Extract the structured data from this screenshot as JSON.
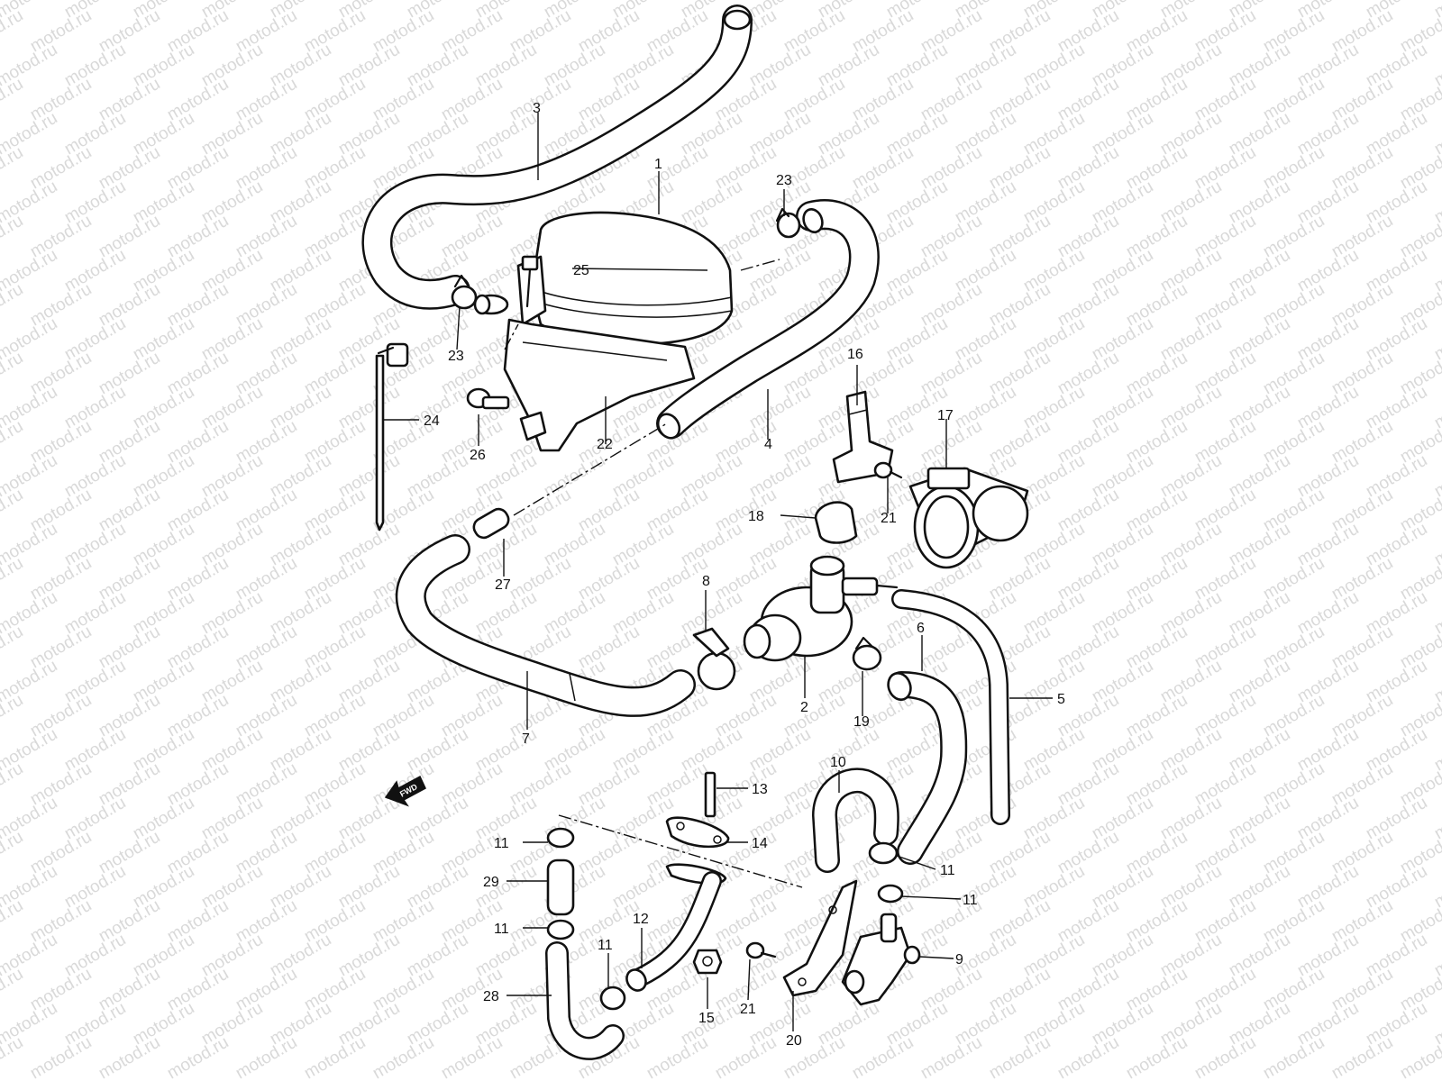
{
  "watermark": {
    "text": "motod.ru",
    "color": "#d9d9d9"
  },
  "direction_arrow": {
    "label": "FWD",
    "icon": "forward-arrow-icon"
  },
  "callouts": [
    {
      "id": "c1",
      "label": "1"
    },
    {
      "id": "c2",
      "label": "2"
    },
    {
      "id": "c3",
      "label": "3"
    },
    {
      "id": "c4",
      "label": "4"
    },
    {
      "id": "c5",
      "label": "5"
    },
    {
      "id": "c6",
      "label": "6"
    },
    {
      "id": "c7",
      "label": "7"
    },
    {
      "id": "c8",
      "label": "8"
    },
    {
      "id": "c9",
      "label": "9"
    },
    {
      "id": "c10",
      "label": "10"
    },
    {
      "id": "c11a",
      "label": "11"
    },
    {
      "id": "c11b",
      "label": "11"
    },
    {
      "id": "c11c",
      "label": "11"
    },
    {
      "id": "c11d",
      "label": "11"
    },
    {
      "id": "c11e",
      "label": "11"
    },
    {
      "id": "c12",
      "label": "12"
    },
    {
      "id": "c13",
      "label": "13"
    },
    {
      "id": "c14",
      "label": "14"
    },
    {
      "id": "c15",
      "label": "15"
    },
    {
      "id": "c16",
      "label": "16"
    },
    {
      "id": "c17",
      "label": "17"
    },
    {
      "id": "c18",
      "label": "18"
    },
    {
      "id": "c19",
      "label": "19"
    },
    {
      "id": "c20",
      "label": "20"
    },
    {
      "id": "c21a",
      "label": "21"
    },
    {
      "id": "c21b",
      "label": "21"
    },
    {
      "id": "c22",
      "label": "22"
    },
    {
      "id": "c23a",
      "label": "23"
    },
    {
      "id": "c23b",
      "label": "23"
    },
    {
      "id": "c24",
      "label": "24"
    },
    {
      "id": "c25",
      "label": "25"
    },
    {
      "id": "c26",
      "label": "26"
    },
    {
      "id": "c27",
      "label": "27"
    },
    {
      "id": "c28",
      "label": "28"
    },
    {
      "id": "c29",
      "label": "29"
    }
  ]
}
